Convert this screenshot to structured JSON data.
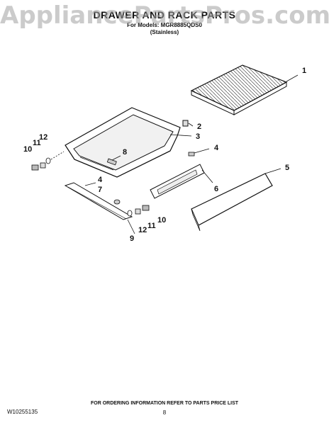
{
  "watermark": "AppliancePartsPros.com",
  "header": {
    "title": "DRAWER AND RACK PARTS",
    "models": "For Models: MGR8885QDS0",
    "finish": "(Stainless)"
  },
  "callouts": {
    "rack": "1",
    "clip": "2",
    "drawer_pan": "3",
    "screw_right": "4",
    "screw_left": "4",
    "drawer_front": "5",
    "bracket": "6",
    "fastener": "7",
    "glide_screw": "8",
    "slide_rail": "9",
    "bolt_left": "10",
    "bolt_right": "11",
    "nut_left": "11",
    "nut_right": "10",
    "washer_left": "12",
    "washer_right": "12"
  },
  "footer": {
    "part_number": "W10255135",
    "ordering_note": "FOR ORDERING INFORMATION REFER TO PARTS PRICE LIST",
    "page": "8"
  }
}
